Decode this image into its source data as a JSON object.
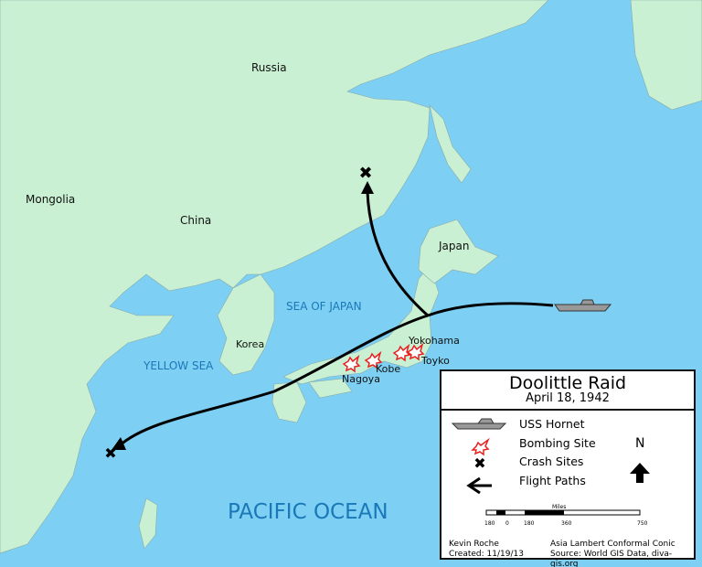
{
  "colors": {
    "sea": "#7dd0f3",
    "land": "#c9f0d2",
    "border": "#ffffff",
    "path": "#000000",
    "bomb": "#e82020"
  },
  "labels": {
    "russia": "Russia",
    "mongolia": "Mongolia",
    "china": "China",
    "japan": "Japan",
    "korea": "Korea",
    "sea_of_japan": "SEA OF JAPAN",
    "yellow_sea": "YELLOW SEA",
    "pacific": "PACIFIC OCEAN",
    "yokohama": "Yokohama",
    "kobe": "Kobe",
    "nagoya": "Nagoya",
    "tokyo": "Toyko"
  },
  "legend": {
    "title": "Doolittle Raid",
    "date": "April 18, 1942",
    "items": [
      {
        "icon": "ship-icon",
        "label": "USS Hornet"
      },
      {
        "icon": "explosion-icon",
        "label": "Bombing Site"
      },
      {
        "icon": "x-mark-icon",
        "label": "Crash Sites"
      },
      {
        "icon": "arrow-left-icon",
        "label": "Flight Paths"
      }
    ],
    "north": "N",
    "scale": {
      "unit": "Miles",
      "ticks": [
        "180",
        "0",
        "180",
        "360",
        "750"
      ]
    },
    "author": "Kevin Roche",
    "created": "Created: 11/19/13",
    "projection": "Asia Lambert Conformal Conic",
    "source": "Source: World GIS Data, diva-gis.org"
  }
}
